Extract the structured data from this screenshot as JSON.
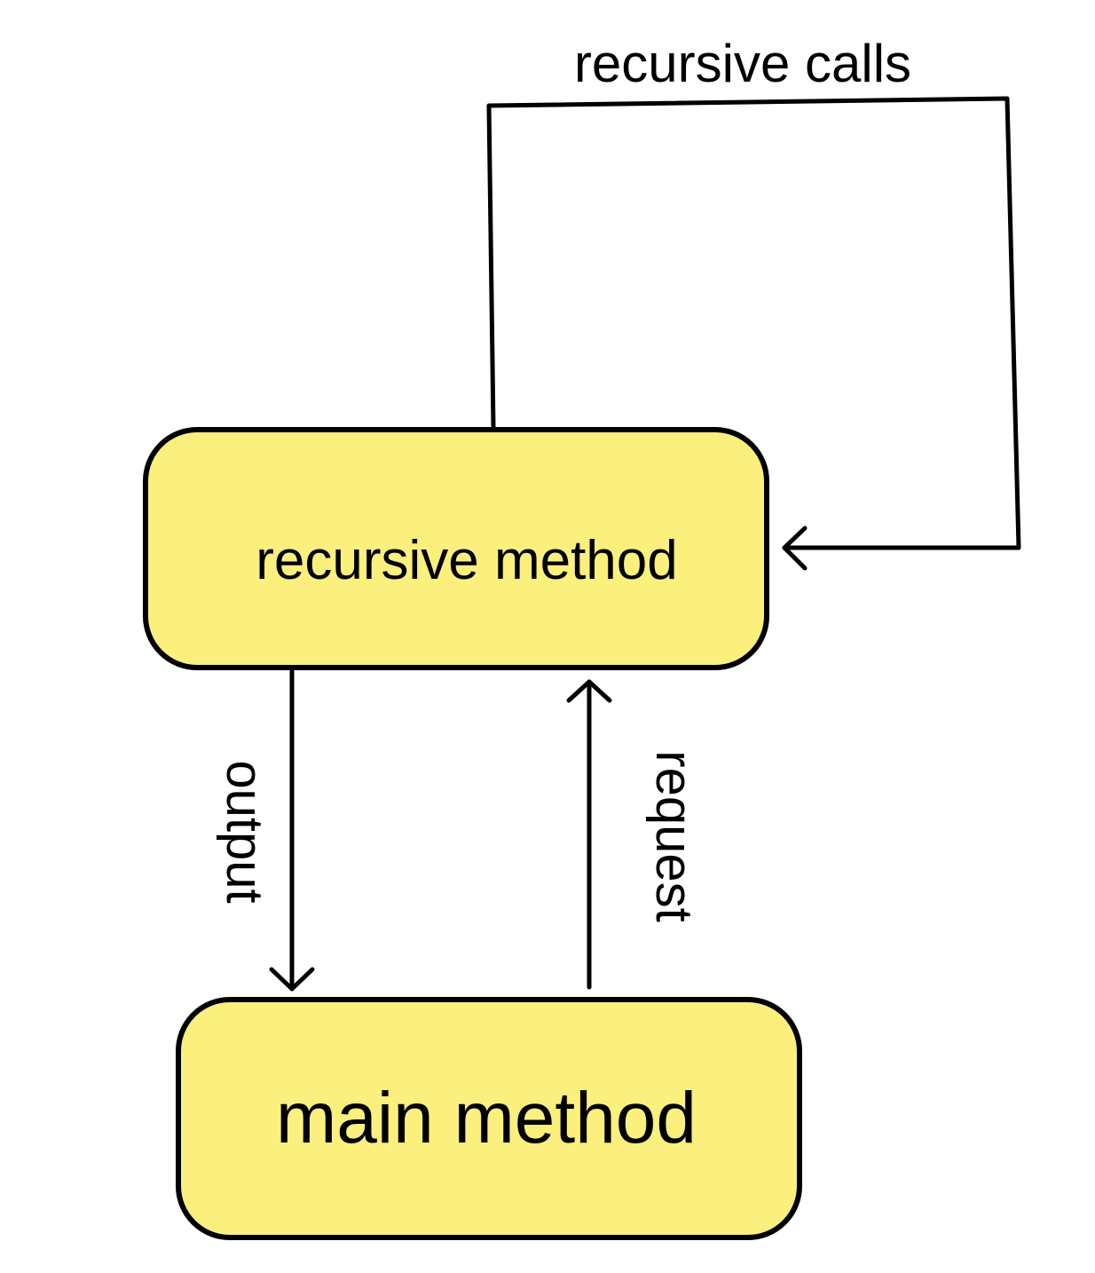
{
  "colors": {
    "node_fill": "#fbef7e",
    "stroke": "#000000",
    "background": "#ffffff"
  },
  "nodes": {
    "recursive_method": {
      "label": "recursive method"
    },
    "main_method": {
      "label": "main method"
    }
  },
  "edges": {
    "recursive_calls": {
      "label": "recursive calls"
    },
    "output": {
      "label": "output"
    },
    "request": {
      "label": "request"
    }
  }
}
